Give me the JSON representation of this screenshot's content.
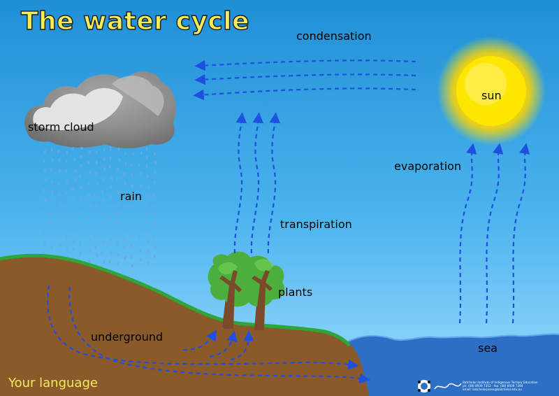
{
  "title": "The water cycle",
  "labels": {
    "condensation": "condensation",
    "sun": "sun",
    "storm_cloud": "storm cloud",
    "rain": "rain",
    "evaporation": "evaporation",
    "transpiration": "transpiration",
    "plants": "plants",
    "underground": "underground",
    "sea": "sea"
  },
  "footer": {
    "your_language": "Your language",
    "credit_line1": "Batchelor Institute of Indigenous Tertiary Education",
    "credit_line2": "ph: (08) 8939 7352 · fax: (08) 8939 7394",
    "credit_line3": "email: batchelorpress@batchelor.edu.au"
  },
  "colors": {
    "sky_top": "#1f8fd6",
    "sky_bottom": "#9fdcff",
    "ground": "#8a5a2b",
    "grass": "#2ea63a",
    "sea": "#2d6fc4",
    "arrow": "#1f4fe0",
    "sun": "#ffe600",
    "title": "#f4ec5a"
  }
}
